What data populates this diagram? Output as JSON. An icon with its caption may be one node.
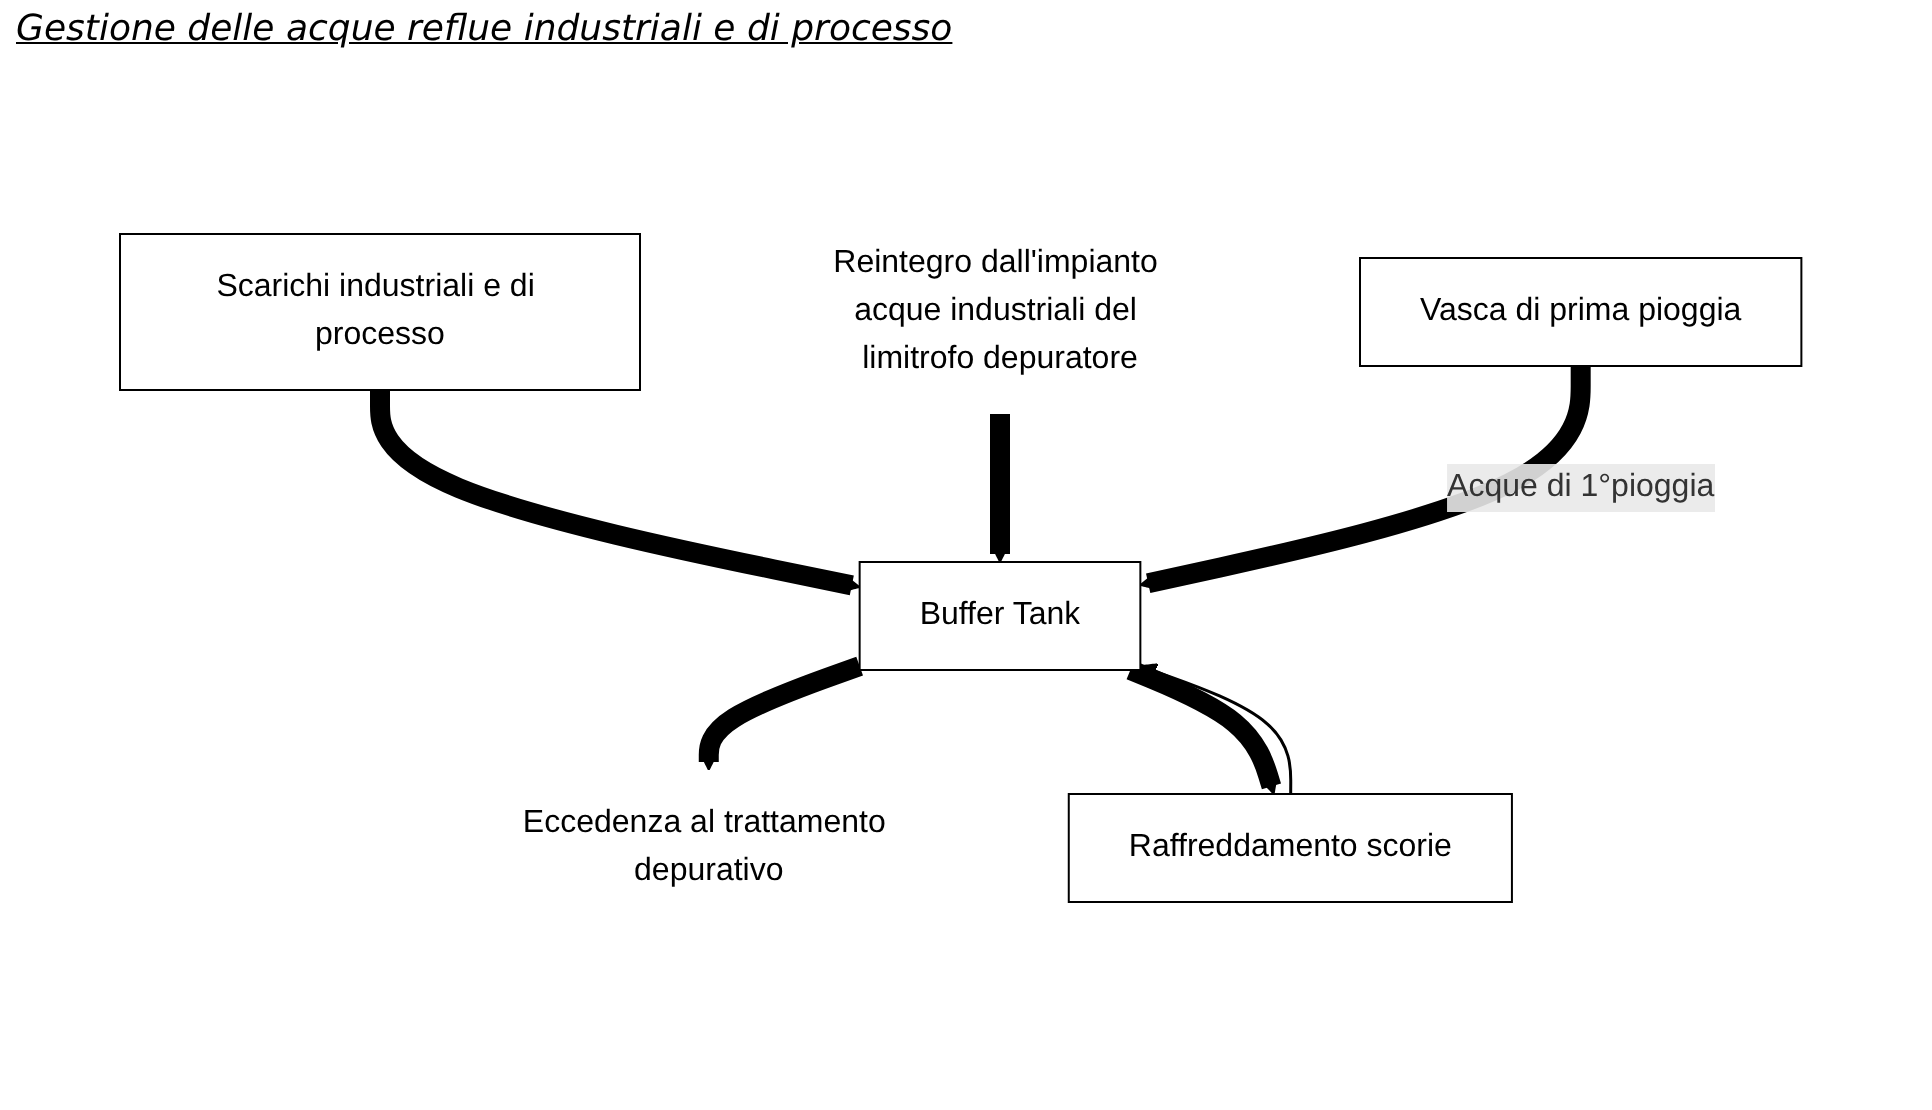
{
  "diagram": {
    "title": "Gestione delle acque reflue industriali e di processo",
    "nodes": [
      {
        "text": [
          "Scarichi industriali e di processo"
        ]
      },
      {
        "text": [
          "Reintegro dall'impianto acque industriali del limitrofo depuratore"
        ]
      },
      {
        "text": [
          "Vasca di prima pioggia"
        ]
      },
      {
        "text": [
          "Buffer Tank"
        ]
      },
      {
        "text": [
          "Raffreddamento scorie"
        ]
      },
      {
        "text": [
          "Eccedenza al trattamento depurativo"
        ]
      }
    ],
    "edges": [
      {
        "from": 0,
        "to": 3,
        "arrow": "to"
      },
      {
        "from": 1,
        "to": 3,
        "arrow": "to"
      },
      {
        "from": 2,
        "to": 3,
        "arrow": "to",
        "label": "Acque di 1°pioggia"
      },
      {
        "from": 3,
        "to": 5,
        "arrow": "to"
      },
      {
        "from": 3,
        "to": 4,
        "arrow": "to"
      },
      {
        "from": 4,
        "to": 3,
        "arrow": "to"
      }
    ]
  }
}
